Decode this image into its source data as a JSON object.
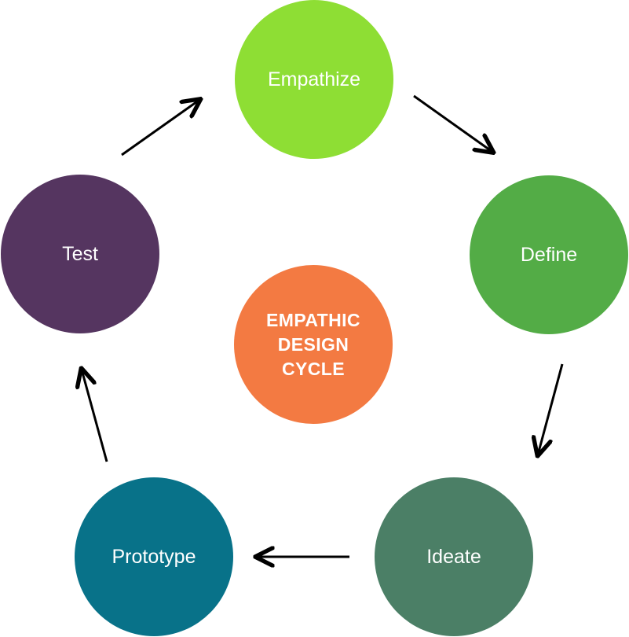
{
  "diagram": {
    "center": {
      "lines": [
        "EMPATHIC",
        "DESIGN",
        "CYCLE"
      ],
      "color": "#F37A42",
      "text_color": "#FFFFFF"
    },
    "steps": [
      {
        "id": "empathize",
        "label": "Empathize",
        "color": "#8EDE34"
      },
      {
        "id": "define",
        "label": "Define",
        "color": "#53AC46"
      },
      {
        "id": "ideate",
        "label": "Ideate",
        "color": "#4B7F66"
      },
      {
        "id": "prototype",
        "label": "Prototype",
        "color": "#087289"
      },
      {
        "id": "test",
        "label": "Test",
        "color": "#553560"
      }
    ],
    "arrows": [
      {
        "from": "Test",
        "to": "Empathize"
      },
      {
        "from": "Empathize",
        "to": "Define"
      },
      {
        "from": "Define",
        "to": "Ideate"
      },
      {
        "from": "Ideate",
        "to": "Prototype"
      },
      {
        "from": "Prototype",
        "to": "Test"
      }
    ],
    "arrow_color": "#000000",
    "label_text_color": "#FFFFFF",
    "background_color": "#FFFFFF"
  }
}
